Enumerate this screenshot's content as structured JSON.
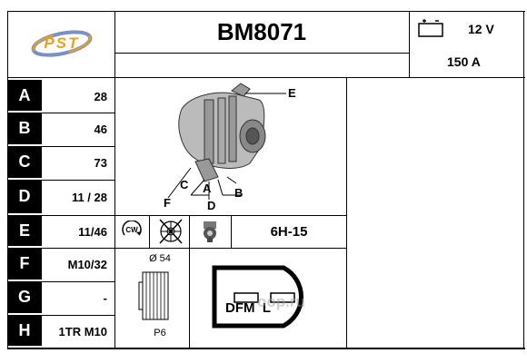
{
  "header": {
    "logo_text": "PST",
    "part_number": "BM8071",
    "voltage": "12 V",
    "amperage": "150 A",
    "battery_icon": "battery-icon"
  },
  "rows": [
    {
      "label": "A",
      "value": "28"
    },
    {
      "label": "B",
      "value": "46"
    },
    {
      "label": "C",
      "value": "73"
    },
    {
      "label": "D",
      "value": "11 / 28"
    },
    {
      "label": "E",
      "value": "11/46"
    },
    {
      "label": "F",
      "value": "M10/32"
    },
    {
      "label": "G",
      "value": "-"
    },
    {
      "label": "H",
      "value": "1TR M10"
    }
  ],
  "diagram_labels": {
    "e": "E",
    "c": "C",
    "a": "A",
    "b": "B",
    "f": "F",
    "d": "D"
  },
  "icons": {
    "rotation": "CW",
    "rotation_icon": "clockwise-rotation-icon",
    "fan_icon": "crossed-fan-icon",
    "regulator_icon": "regulator-icon"
  },
  "regulator_code": "6H-15",
  "pulley": {
    "diameter": "Ø 54",
    "type": "P6"
  },
  "connector": {
    "pins": "DFM  L",
    "watermark": "oop.ru"
  }
}
